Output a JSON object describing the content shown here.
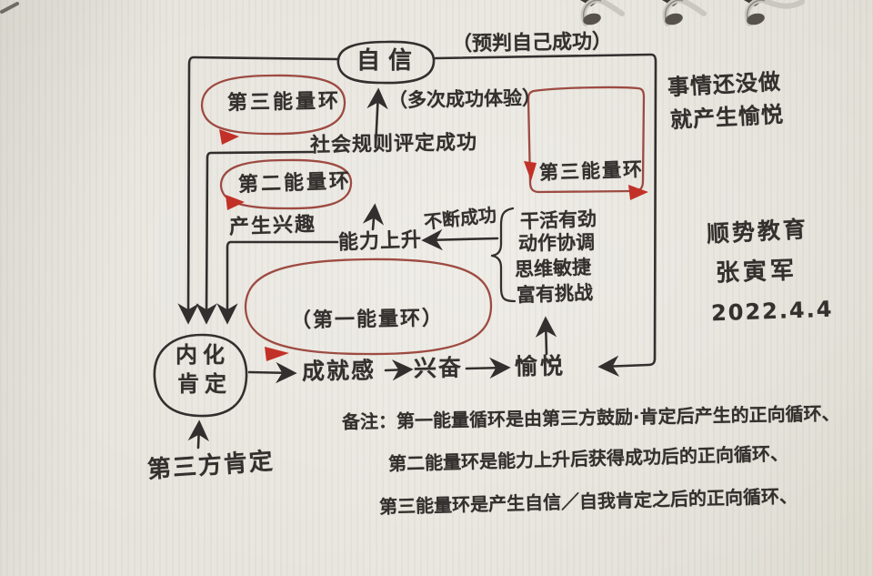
{
  "palette": {
    "paper": "#e7e4dd",
    "ink": "#322f2e",
    "loop_red": "#9d4b42",
    "arrow_red": "#c23127"
  },
  "diagram": {
    "confidence": "自信",
    "predict_success": "（预判自己成功）",
    "before_doing_line1": "事情还没做",
    "before_doing_line2": "就产生愉悦",
    "loop3_left": "第三能量环",
    "social_rule": "社会规则评定成功",
    "multi_success": "（多次成功体验）",
    "loop2": "第二能量环",
    "interest": "产生兴趣",
    "ability_up": "能力上升",
    "continuous_success": "不断成功",
    "brace_items": [
      "干活有劲",
      "动作协调",
      "思维敏捷",
      "富有挑战"
    ],
    "loop3_right": "第三能量环",
    "loop1": "（第一能量环）",
    "internal_affirm_line1": "内化",
    "internal_affirm_line2": "肯定",
    "achievement": "成就感",
    "excitement": "兴奋",
    "pleasure": "愉悦",
    "third_party_affirm": "第三方肯定"
  },
  "signature": {
    "org": "顺势教育",
    "name": "张寅军",
    "date": "2022.4.4"
  },
  "notes": {
    "line1": "备注：第一能量循环是由第三方鼓励·肯定后产生的正向循环、",
    "line2": "第二能量环是能力上升后获得成功后的正向循环、",
    "line3": "第三能量环是产生自信／自我肯定之后的正向循环、"
  }
}
